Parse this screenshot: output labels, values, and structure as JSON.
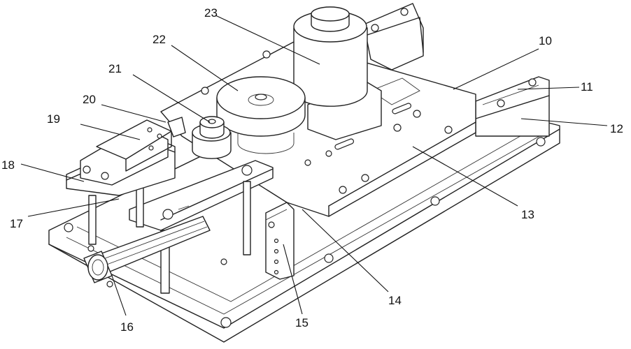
{
  "labels": [
    {
      "id": "10",
      "text": "10"
    },
    {
      "id": "11",
      "text": "11"
    },
    {
      "id": "12",
      "text": "12"
    },
    {
      "id": "13",
      "text": "13"
    },
    {
      "id": "14",
      "text": "14"
    },
    {
      "id": "15",
      "text": "15"
    },
    {
      "id": "16",
      "text": "16"
    },
    {
      "id": "17",
      "text": "17"
    },
    {
      "id": "18",
      "text": "18"
    },
    {
      "id": "19",
      "text": "19"
    },
    {
      "id": "20",
      "text": "20"
    },
    {
      "id": "21",
      "text": "21"
    },
    {
      "id": "22",
      "text": "22"
    },
    {
      "id": "23",
      "text": "23"
    }
  ]
}
